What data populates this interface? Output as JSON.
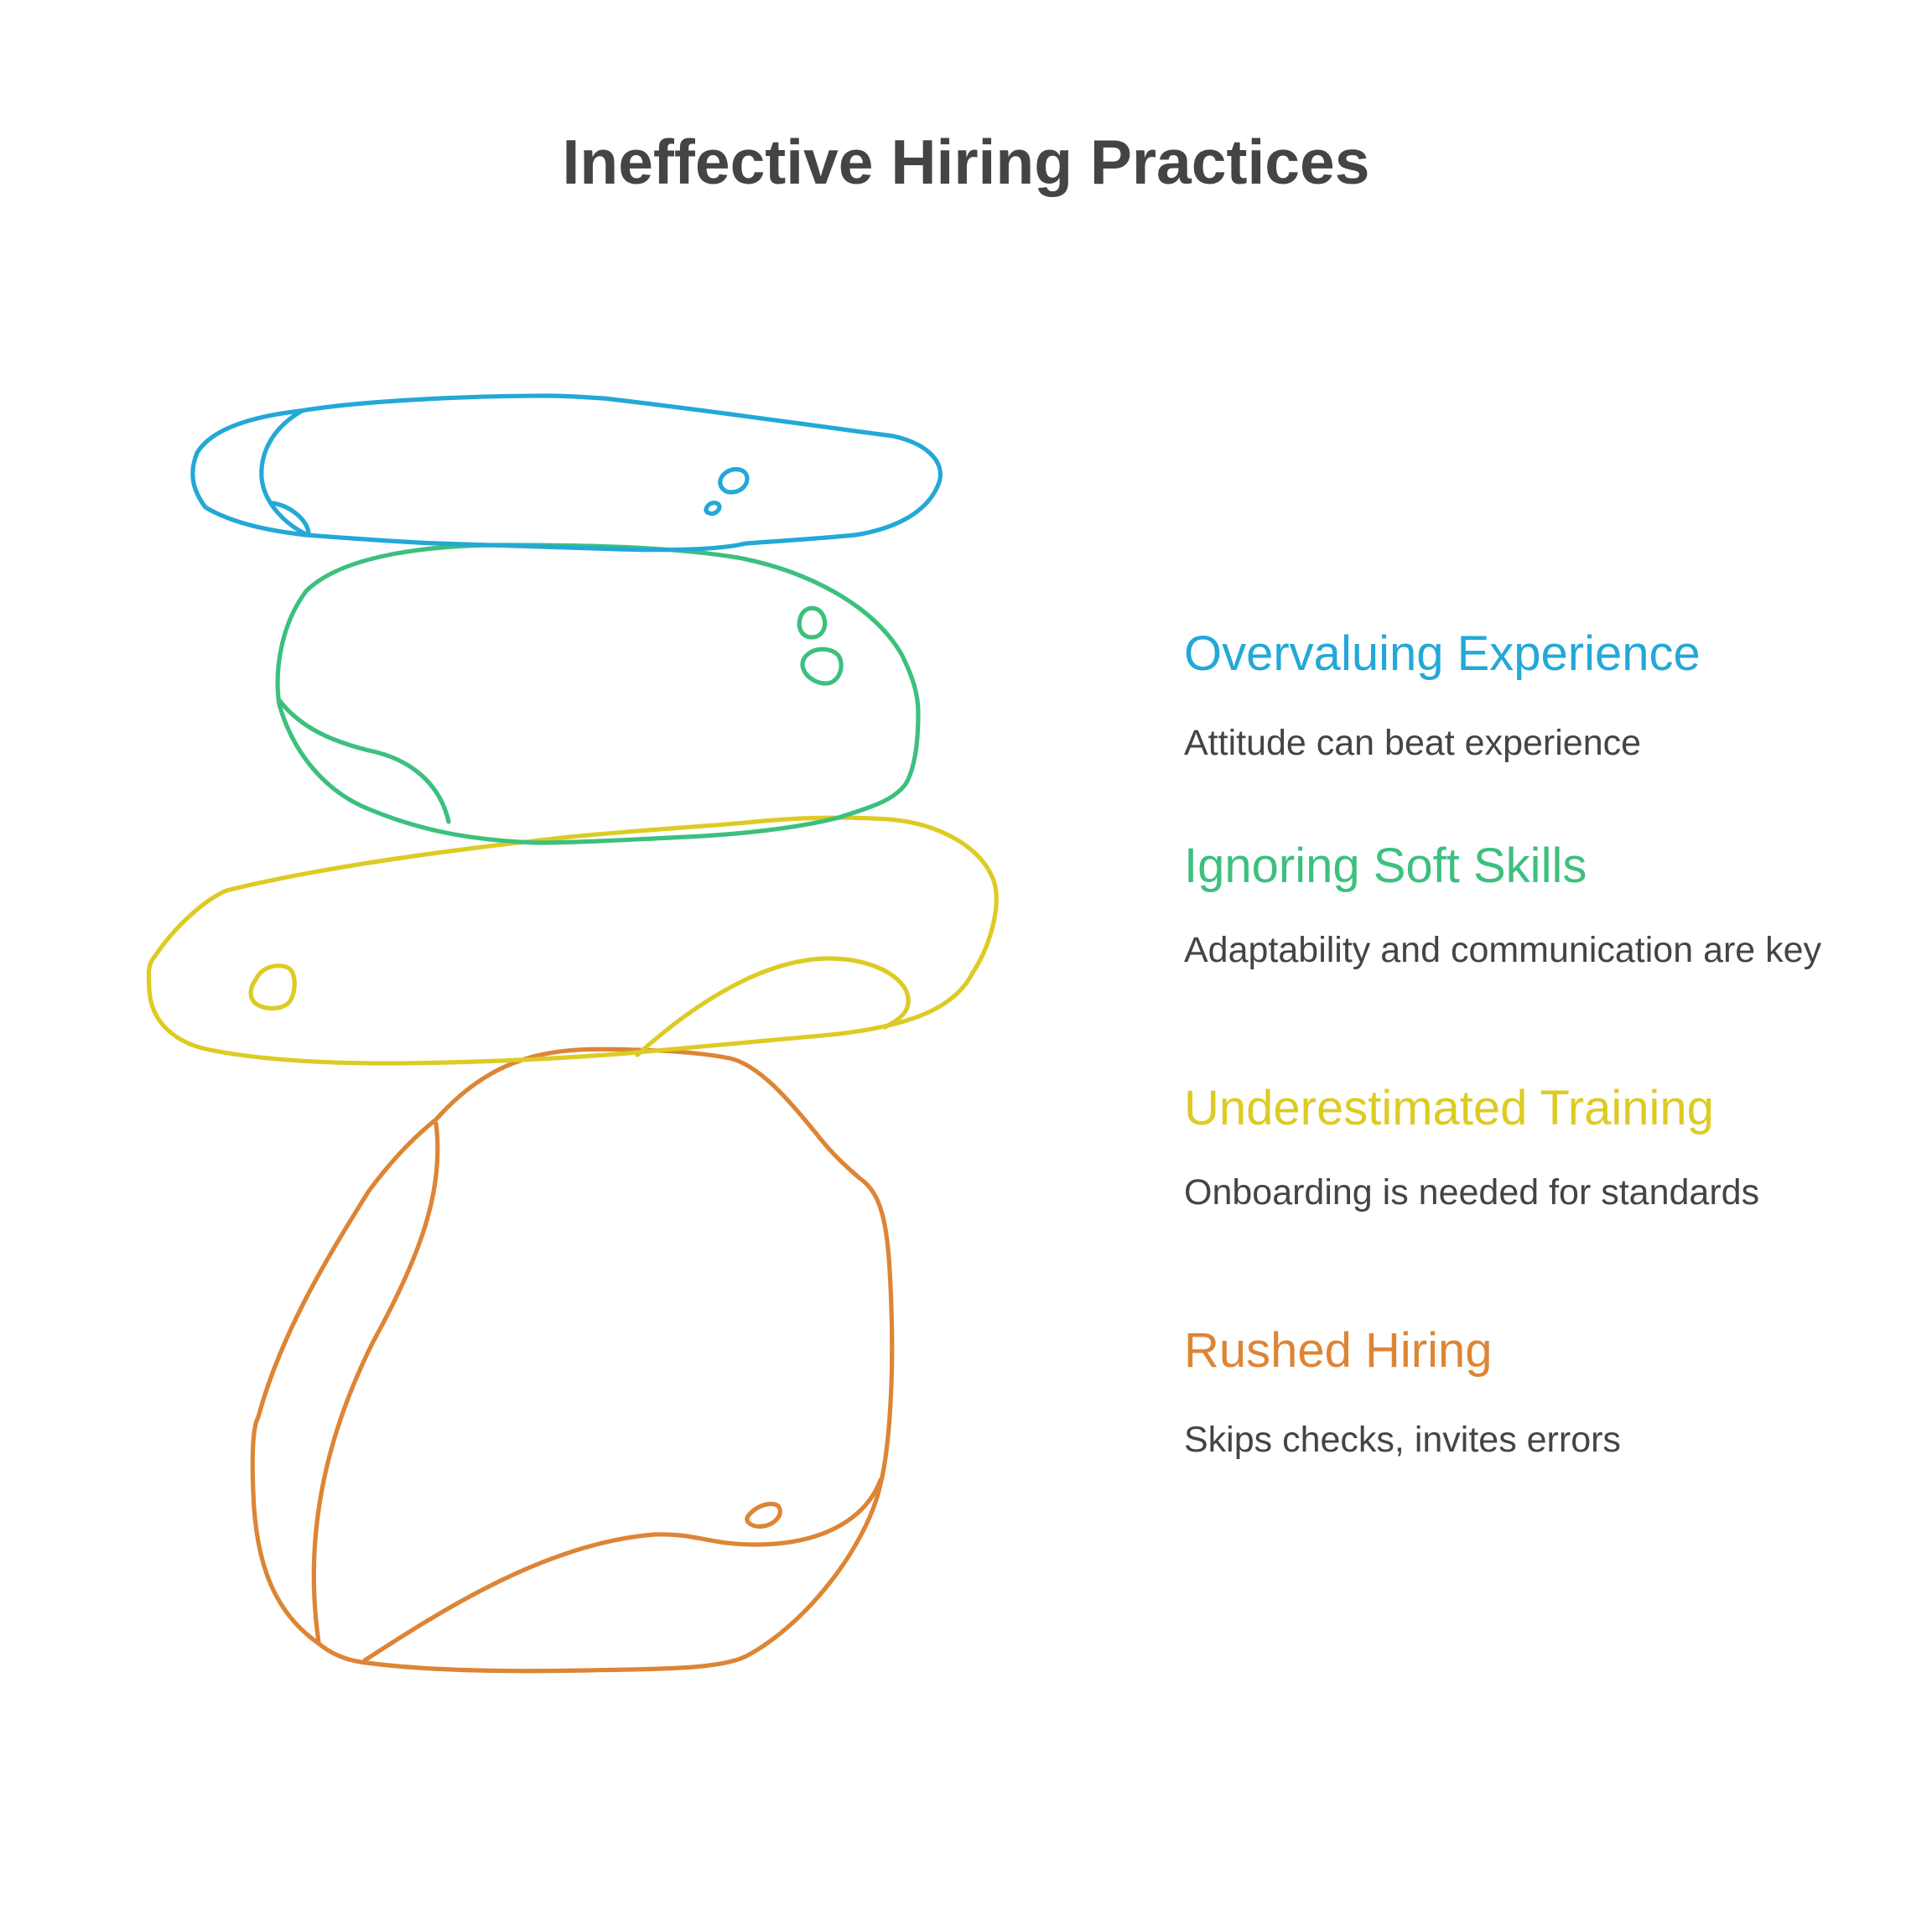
{
  "title": "Ineffective Hiring Practices",
  "colors": {
    "title": "#444444",
    "text": "#444444",
    "blue": "#23A8D7",
    "green": "#3CC07E",
    "yellow": "#DDCB24",
    "orange": "#DD8535"
  },
  "items": [
    {
      "title": "Overvaluing Experience",
      "description": "Attitude can beat experience",
      "color": "#23A8D7",
      "stone_icon": "flat-blue-stone-icon"
    },
    {
      "title": "Ignoring Soft Skills",
      "description": "Adaptability and communication are key",
      "color": "#3CC07E",
      "stone_icon": "round-green-stone-icon"
    },
    {
      "title": "Underestimated Training",
      "description": "Onboarding is needed for standards",
      "color": "#DDCB24",
      "stone_icon": "wide-yellow-stone-icon"
    },
    {
      "title": "Rushed Hiring",
      "description": "Skips checks, invites errors",
      "color": "#DD8535",
      "stone_icon": "large-orange-stone-icon"
    }
  ]
}
